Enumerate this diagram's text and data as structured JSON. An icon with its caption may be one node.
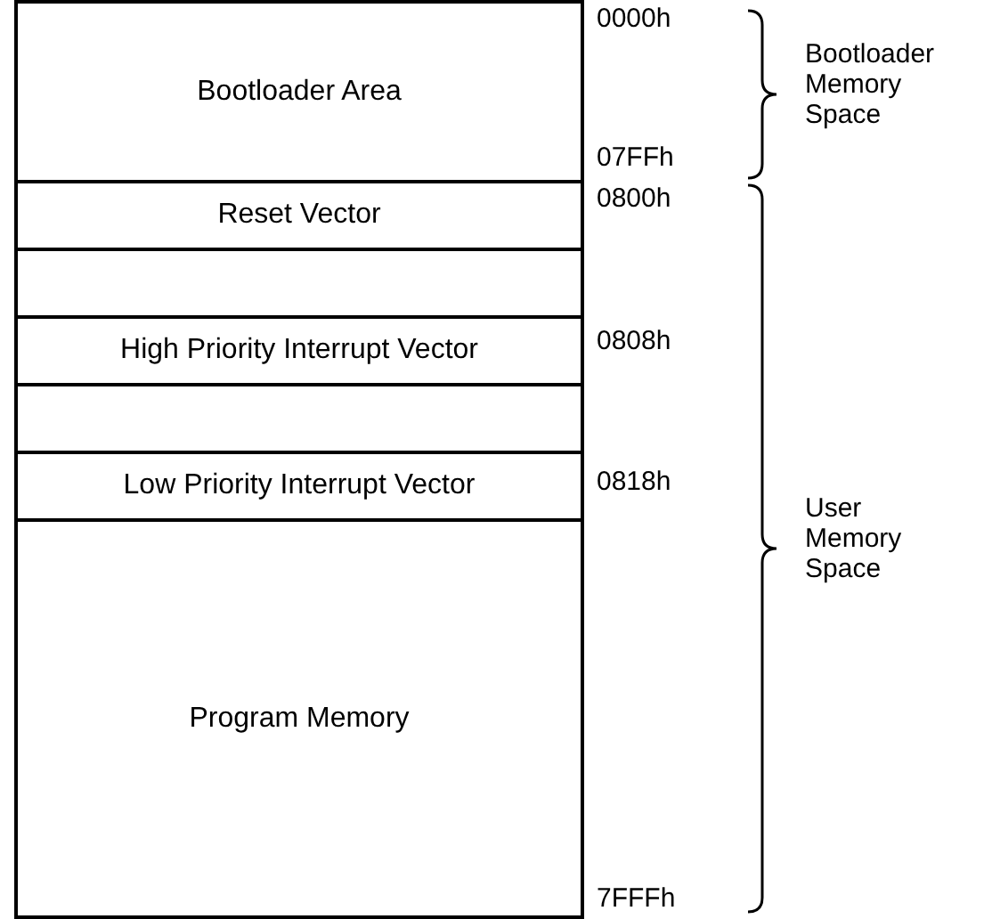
{
  "diagram": {
    "nodes": [
      {
        "text": [
          "Bootloader Area"
        ]
      },
      {
        "text": [
          "Reset Vector"
        ]
      },
      {
        "text": [],
        "shape": "box"
      },
      {
        "text": [
          "High Priority Interrupt Vector"
        ]
      },
      {
        "text": [],
        "shape": "box"
      },
      {
        "text": [
          "Low Priority Interrupt Vector"
        ]
      },
      {
        "text": [
          "Program Memory"
        ]
      }
    ],
    "edges": [],
    "labels": [
      "0000h",
      "Bootloader Memory Space",
      "07FFh",
      "0800h",
      "0808h",
      "0818h",
      "User Memory Space",
      "7FFFh"
    ]
  }
}
